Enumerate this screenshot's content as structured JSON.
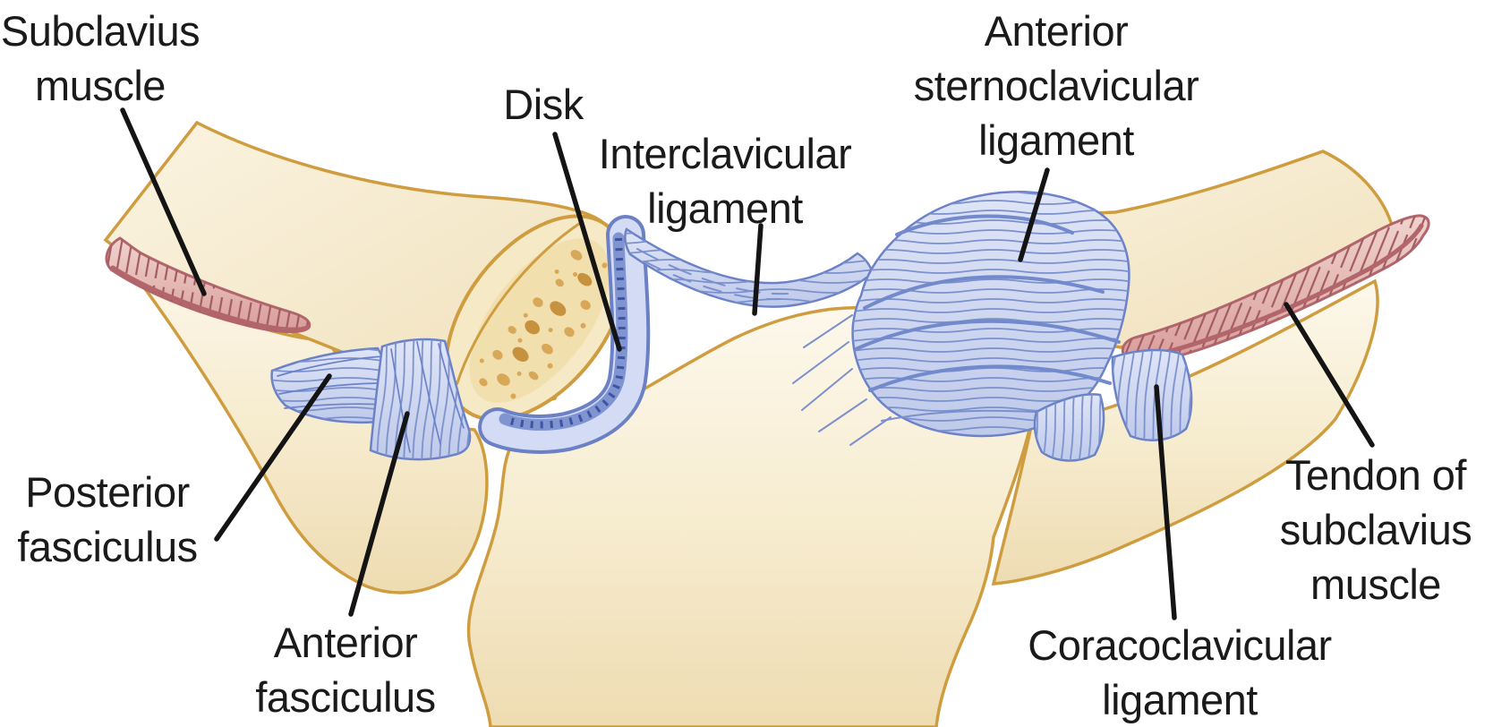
{
  "labels": {
    "subclavius_muscle": {
      "text": "Subclavius\nmuscle"
    },
    "disk": {
      "text": "Disk"
    },
    "interclavicular_ligament": {
      "text": "Interclavicular\nligament"
    },
    "anterior_sternoclavicular_ligament": {
      "text": "Anterior\nsternoclavicular\nligament"
    },
    "posterior_fasciculus": {
      "text": "Posterior\nfasciculus"
    },
    "anterior_fasciculus": {
      "text": "Anterior\nfasciculus"
    },
    "coracoclavicular_ligament": {
      "text": "Coracoclavicular\nligament"
    },
    "tendon_of_subclavius_muscle": {
      "text": "Tendon of\nsubclavius\nmuscle"
    }
  },
  "colors": {
    "bone_outline": "#cf9d40",
    "ligament_line": "#6b82c8",
    "ligament_dark": "#3f549e",
    "muscle_outline": "#b2666c",
    "leader_color": "#141414",
    "text_color": "#1a1a1a",
    "bg_color": "#ffffff"
  }
}
